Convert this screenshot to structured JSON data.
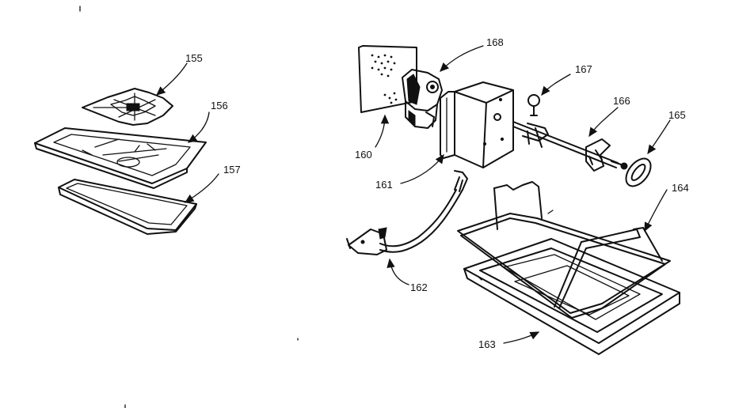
{
  "parts": [
    {
      "id": "p155",
      "label": "155"
    },
    {
      "id": "p156",
      "label": "156"
    },
    {
      "id": "p157",
      "label": "157"
    },
    {
      "id": "p160",
      "label": "160"
    },
    {
      "id": "p161",
      "label": "161"
    },
    {
      "id": "p162",
      "label": "162"
    },
    {
      "id": "p163",
      "label": "163"
    },
    {
      "id": "p164",
      "label": "164"
    },
    {
      "id": "p165",
      "label": "165"
    },
    {
      "id": "p166",
      "label": "166"
    },
    {
      "id": "p167",
      "label": "167"
    },
    {
      "id": "p168",
      "label": "168"
    }
  ]
}
